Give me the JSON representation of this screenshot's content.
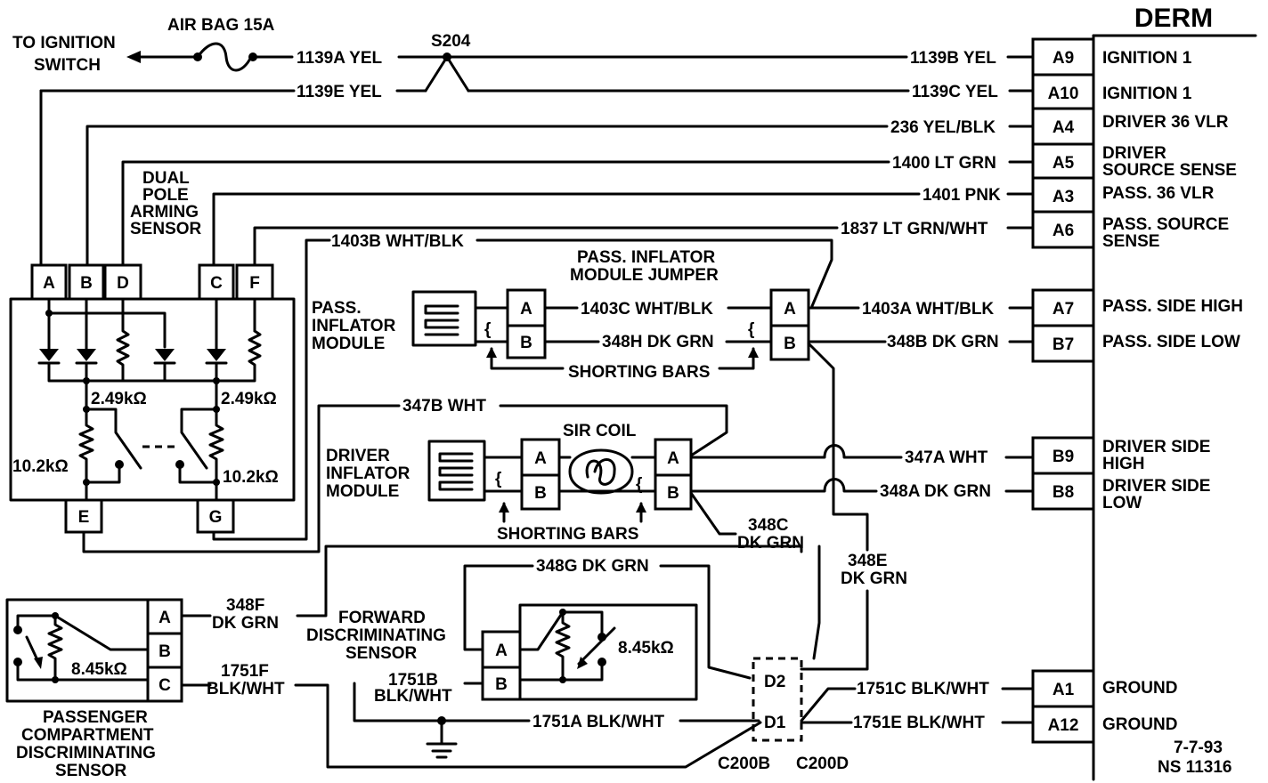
{
  "derm": {
    "title": "DERM",
    "pins": [
      {
        "pin": "A9",
        "function": "IGNITION 1",
        "wire": "1139B YEL"
      },
      {
        "pin": "A10",
        "function": "IGNITION 1",
        "wire": "1139C YEL"
      },
      {
        "pin": "A4",
        "function": "DRIVER 36 VLR",
        "wire": "236 YEL/BLK"
      },
      {
        "pin": "A5",
        "function": [
          "DRIVER",
          "SOURCE SENSE"
        ],
        "wire": "1400 LT GRN"
      },
      {
        "pin": "A3",
        "function": "PASS. 36 VLR",
        "wire": "1401 PNK"
      },
      {
        "pin": "A6",
        "function": [
          "PASS. SOURCE",
          "SENSE"
        ],
        "wire": "1837 LT GRN/WHT"
      },
      {
        "pin": "A7",
        "function": "PASS. SIDE HIGH",
        "wire": "1403A WHT/BLK"
      },
      {
        "pin": "B7",
        "function": "PASS. SIDE LOW",
        "wire": "348B DK GRN"
      },
      {
        "pin": "B9",
        "function": [
          "DRIVER SIDE",
          "HIGH"
        ],
        "wire": "347A WHT"
      },
      {
        "pin": "B8",
        "function": [
          "DRIVER SIDE",
          "LOW"
        ],
        "wire": "348A DK GRN"
      },
      {
        "pin": "A1",
        "function": "GROUND",
        "wire": "1751C BLK/WHT"
      },
      {
        "pin": "A12",
        "function": "GROUND",
        "wire": "1751E BLK/WHT"
      }
    ]
  },
  "ignition": {
    "to_ignition": [
      "TO IGNITION",
      "SWITCH"
    ],
    "fuse": "AIR BAG 15A",
    "wire_a": "1139A YEL",
    "wire_e": "1139E YEL",
    "splice": "S204"
  },
  "arming_sensor": {
    "title": [
      "DUAL",
      "POLE",
      "ARMING",
      "SENSOR"
    ],
    "terminals": [
      "A",
      "B",
      "D",
      "C",
      "F",
      "E",
      "G"
    ],
    "resistor_small": "2.49kΩ",
    "resistor_large": "10.2kΩ",
    "wire_1403b": "1403B WHT/BLK",
    "wire_347b": "347B WHT"
  },
  "pass_inflator": {
    "label": [
      "PASS.",
      "INFLATOR",
      "MODULE"
    ],
    "jumper_label": [
      "PASS. INFLATOR",
      "MODULE JUMPER"
    ],
    "wire_1403c": "1403C WHT/BLK",
    "wire_348h": "348H DK GRN",
    "shorting_bars": "SHORTING BARS",
    "bracket": "{"
  },
  "driver_inflator": {
    "label": [
      "DRIVER",
      "INFLATOR",
      "MODULE"
    ],
    "sir_coil": "SIR COIL",
    "shorting_bars": "SHORTING BARS",
    "wire_348c": [
      "348C",
      "DK GRN"
    ],
    "wire_348e": [
      "348E",
      "DK GRN"
    ],
    "bracket": "{"
  },
  "forward_sensor": {
    "label": [
      "FORWARD",
      "DISCRIMINATING",
      "SENSOR"
    ],
    "resistor": "8.45kΩ",
    "wire_348g": "348G DK GRN",
    "wire_1751b": [
      "1751B",
      "BLK/WHT"
    ],
    "wire_1751a": "1751A BLK/WHT",
    "terminals": [
      "A",
      "B"
    ]
  },
  "passenger_sensor": {
    "label": [
      "PASSENGER",
      "COMPARTMENT",
      "DISCRIMINATING",
      "SENSOR"
    ],
    "resistor": "8.45kΩ",
    "terminals": [
      "A",
      "B",
      "C"
    ],
    "wire_348f": [
      "348F",
      "DK GRN"
    ],
    "wire_1751f": [
      "1751F",
      "BLK/WHT"
    ]
  },
  "connector": {
    "d1": "D1",
    "d2": "D2",
    "c200b": "C200B",
    "c200d": "C200D"
  },
  "footer": {
    "date": "7-7-93",
    "ref": "NS 11316"
  }
}
